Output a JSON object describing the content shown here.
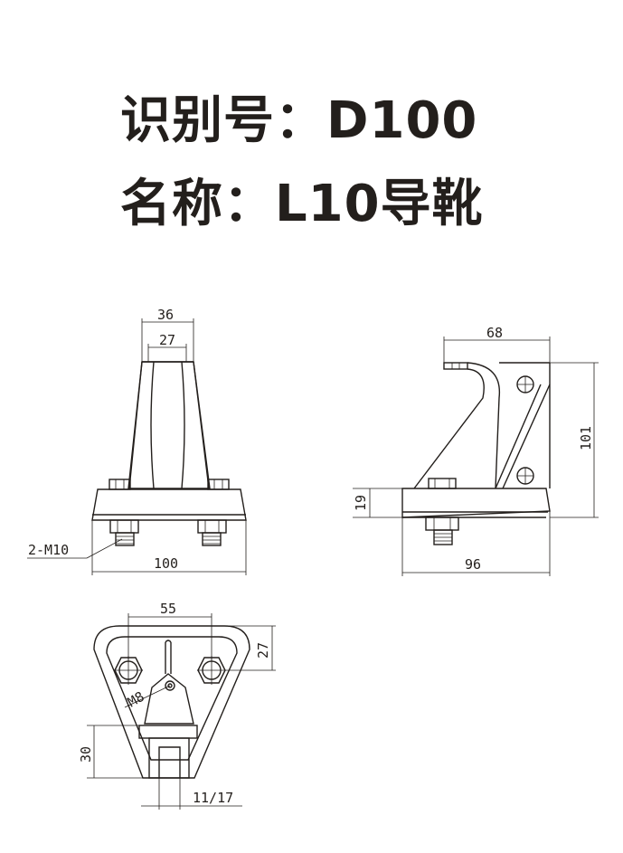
{
  "header": {
    "id_line": "识别号：D100",
    "name_line": "名称：L10导靴"
  },
  "dimensions": {
    "front": {
      "outer_width": "36",
      "inner_width": "27",
      "bolts": "2-M10",
      "base_width": "100"
    },
    "side": {
      "top_length": "68",
      "height": "101",
      "base_height": "19",
      "base_length": "96"
    },
    "bottom": {
      "hole_spacing": "55",
      "hole_offset": "27",
      "center_hole": "M8",
      "slot_depth": "30",
      "slot_width": "11/17"
    }
  }
}
